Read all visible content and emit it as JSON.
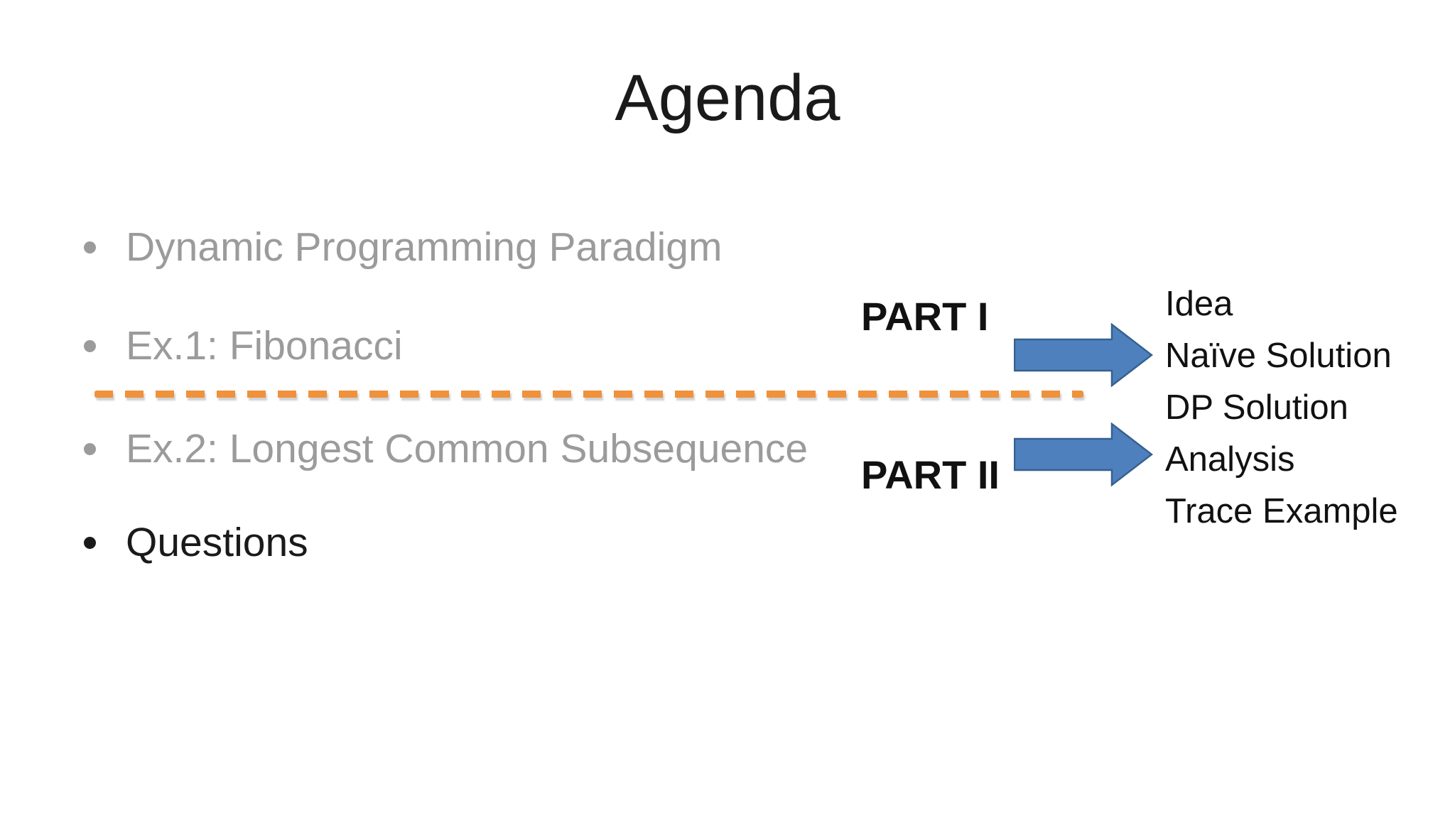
{
  "slide": {
    "title": "Agenda",
    "bullets": [
      {
        "label": "Dynamic Programming Paradigm",
        "state": "dimmed"
      },
      {
        "label": "Ex.1: Fibonacci",
        "state": "dimmed"
      },
      {
        "label": "Ex.2: Longest Common Subsequence",
        "state": "dimmed"
      },
      {
        "label": "Questions",
        "state": "active"
      }
    ],
    "divider": {
      "style": "dashed",
      "color": "#F0913C"
    },
    "parts": [
      {
        "label": "PART I"
      },
      {
        "label": "PART II"
      }
    ],
    "topics": [
      "Idea",
      "Naïve Solution",
      "DP Solution",
      "Analysis",
      "Trace Example"
    ],
    "icons": {
      "arrow": "right-arrow-icon"
    },
    "colors": {
      "accent_orange": "#F0913C",
      "arrow_fill": "#4E80BD",
      "arrow_border": "#36618F",
      "dimmed_gray": "#9B9B9B",
      "text_black": "#1A1A1A"
    }
  }
}
